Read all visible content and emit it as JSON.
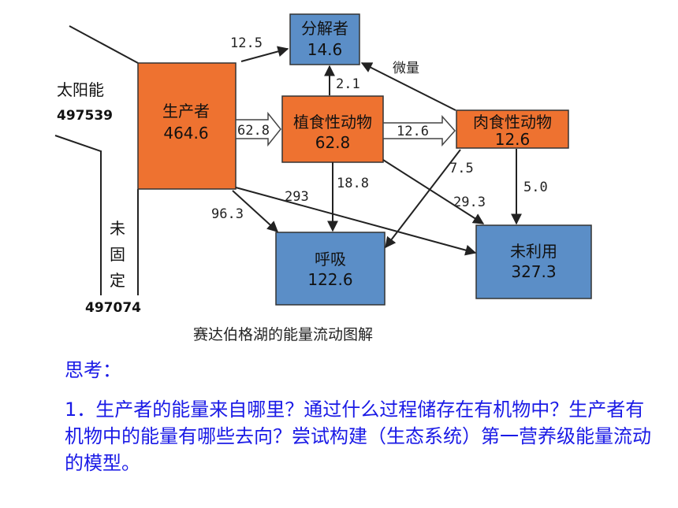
{
  "nodes": {
    "decomposer": {
      "name": "分解者",
      "value": "14.6"
    },
    "producer": {
      "name": "生产者",
      "value": "464.6"
    },
    "herbivore": {
      "name": "植食性动物",
      "value": "62.8"
    },
    "carnivore": {
      "name": "肉食性动物",
      "value": "12.6"
    },
    "respiration": {
      "name": "呼吸",
      "value": "122.6"
    },
    "unused": {
      "name": "未利用",
      "value": "327.3"
    }
  },
  "sun": {
    "label": "太阳能",
    "value": "497539"
  },
  "unfixed": {
    "chars": [
      "未",
      "固",
      "定"
    ],
    "value": "497074"
  },
  "flows": {
    "producer_to_decomposer": "12.5",
    "herbivore_to_decomposer": "2.1",
    "carnivore_to_decomposer": "微量",
    "producer_to_herbivore": "62.8",
    "herbivore_to_carnivore": "12.6",
    "producer_to_respiration": "96.3",
    "producer_to_unused": "293",
    "herbivore_to_respiration": "18.8",
    "carnivore_to_respiration": "7.5",
    "herbivore_to_unused": "29.3",
    "carnivore_to_unused": "5.0"
  },
  "caption": "赛达伯格湖的能量流动图解",
  "think": {
    "title": "思考：",
    "question": "1．生产者的能量来自哪里？通过什么过程储存在有机物中？生产者有机物中的能量有哪些去向？尝试构建（生态系统）第一营养级能量流动的模型。"
  },
  "colors": {
    "orange": "#ee7230",
    "blue": "#5b8ec7",
    "text_blue": "#1a1ae6"
  }
}
